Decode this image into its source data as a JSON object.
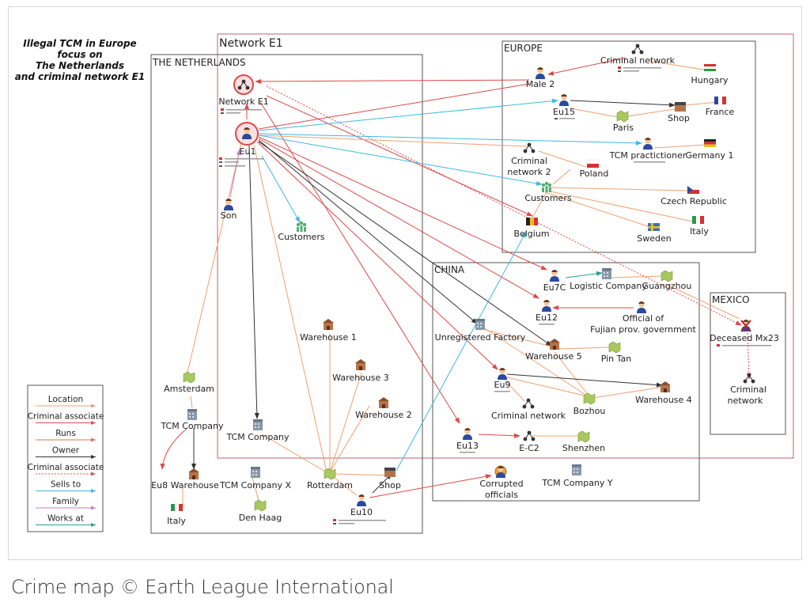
{
  "diagram": {
    "title_lines": [
      "Illegal TCM in Europe",
      "focus on",
      "The Netherlands",
      "and criminal network E1"
    ],
    "regions": {
      "network_e1": "Network E1",
      "netherlands": "THE NETHERLANDS",
      "europe": "EUROPE",
      "china": "CHINA",
      "mexico": "MEXICO"
    },
    "nodes": {
      "network_e1": "Network E1",
      "eu1": "Eu1",
      "son": "Son",
      "customers_nl": "Customers",
      "amsterdam": "Amsterdam",
      "tcm_company_nl1": "TCM Company",
      "tcm_company_nl2": "TCM Company",
      "eu8_warehouse": "Eu8 Warehouse",
      "italy_nl": "Italy",
      "tcm_company_x": "TCM Company X",
      "den_haag": "Den Haag",
      "rotterdam": "Rotterdam",
      "shop_nl": "Shop",
      "eu10": "Eu10",
      "warehouse1": "Warehouse 1",
      "warehouse3": "Warehouse 3",
      "warehouse2": "Warehouse 2",
      "criminal_network_eu": "Criminal network",
      "male2": "Male 2",
      "hungary": "Hungary",
      "eu15": "Eu15",
      "paris": "Paris",
      "shop_eu": "Shop",
      "france": "France",
      "criminal_network2_line1": "Criminal",
      "criminal_network2_line2": "network 2",
      "poland": "Poland",
      "tcm_practitioner": "TCM practictioner",
      "germany": "Germany 1",
      "customers_eu": "Customers",
      "czech": "Czech Republic",
      "belgium": "Belgium",
      "sweden": "Sweden",
      "italy_eu": "Italy",
      "eu7c": "Eu7C",
      "logistic_company": "Logistic Company",
      "guangzhou": "Guangzhou",
      "eu12": "Eu12",
      "official_line1": "Official of",
      "official_line2": "Fujian prov. government",
      "unregistered_factory": "Unregistered Factory",
      "warehouse5": "Warehouse 5",
      "pin_tan": "Pin Tan",
      "eu9": "Eu9",
      "warehouse4": "Warehouse 4",
      "criminal_network_cn": "Criminal network",
      "bozhou": "Bozhou",
      "eu13": "Eu13",
      "e_c2": "E-C2",
      "shenzhen": "Shenzhen",
      "corrupted_line1": "Corrupted",
      "corrupted_line2": "officials",
      "tcm_company_y": "TCM Company Y",
      "deceased_mx23": "Deceased Mx23",
      "criminal_network_mx_line1": "Criminal",
      "criminal_network_mx_line2": "network"
    },
    "legend": [
      {
        "label": "Location",
        "color": "#f0a070"
      },
      {
        "label": "Criminal associate",
        "color": "#e05050"
      },
      {
        "label": "Runs",
        "color": "#e07050"
      },
      {
        "label": "Owner",
        "color": "#333333"
      },
      {
        "label": "Criminal associate",
        "color": "#e05050"
      },
      {
        "label": "Sells to",
        "color": "#40b8e0"
      },
      {
        "label": "Family",
        "color": "#c080c0"
      },
      {
        "label": "Works at",
        "color": "#30a090"
      }
    ],
    "colors": {
      "location": "#f0a070",
      "criminal": "#e04848",
      "owner": "#333333",
      "sells": "#40b8e0",
      "family": "#c080c0",
      "works": "#30a090",
      "network_box": "#c06070",
      "region_box": "#555555"
    }
  },
  "caption": "Crime map © Earth League International"
}
